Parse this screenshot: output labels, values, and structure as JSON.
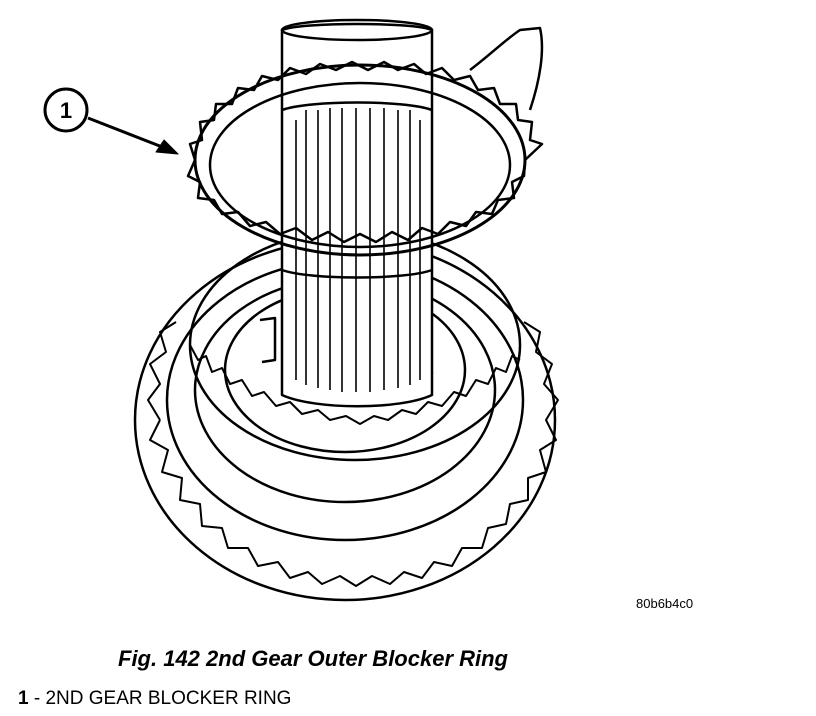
{
  "figure": {
    "callout_number": "1",
    "reference_code": "80b6b4c0",
    "caption": "Fig. 142 2nd Gear Outer Blocker Ring"
  },
  "legend": [
    {
      "number": "1",
      "text": " - 2ND GEAR BLOCKER RING"
    }
  ]
}
